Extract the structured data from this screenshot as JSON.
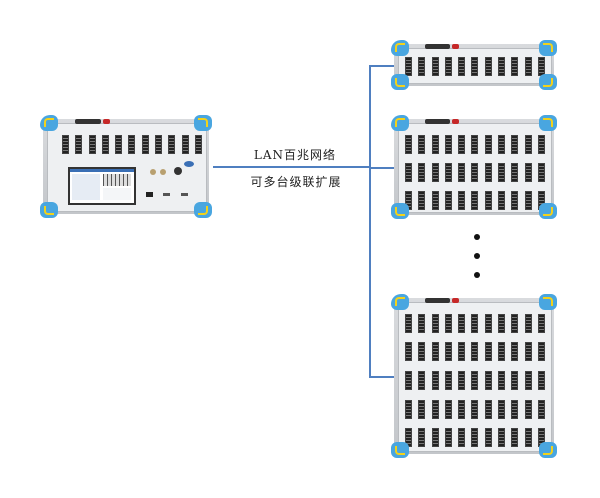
{
  "diagram": {
    "link_label_top": "LAN百兆网络",
    "link_label_bottom": "可多台级联扩展",
    "master_unit": {
      "name": "main-controller",
      "rows_of_terminals": 1,
      "terminals_per_row": 11,
      "has_screen": true
    },
    "expansion_units": [
      {
        "name": "expansion-unit-1",
        "rows_of_terminals": 1,
        "terminals_per_row": 11
      },
      {
        "name": "expansion-unit-2",
        "rows_of_terminals": 3,
        "terminals_per_row": 11
      },
      {
        "name": "expansion-unit-n",
        "rows_of_terminals": 5,
        "terminals_per_row": 11
      }
    ],
    "ellipsis_count": 3,
    "colors": {
      "link_line": "#4f7fc0",
      "bracket": "#49a6e0",
      "bracket_accent": "#f2d21b",
      "chassis": "#d0d3d6"
    }
  }
}
